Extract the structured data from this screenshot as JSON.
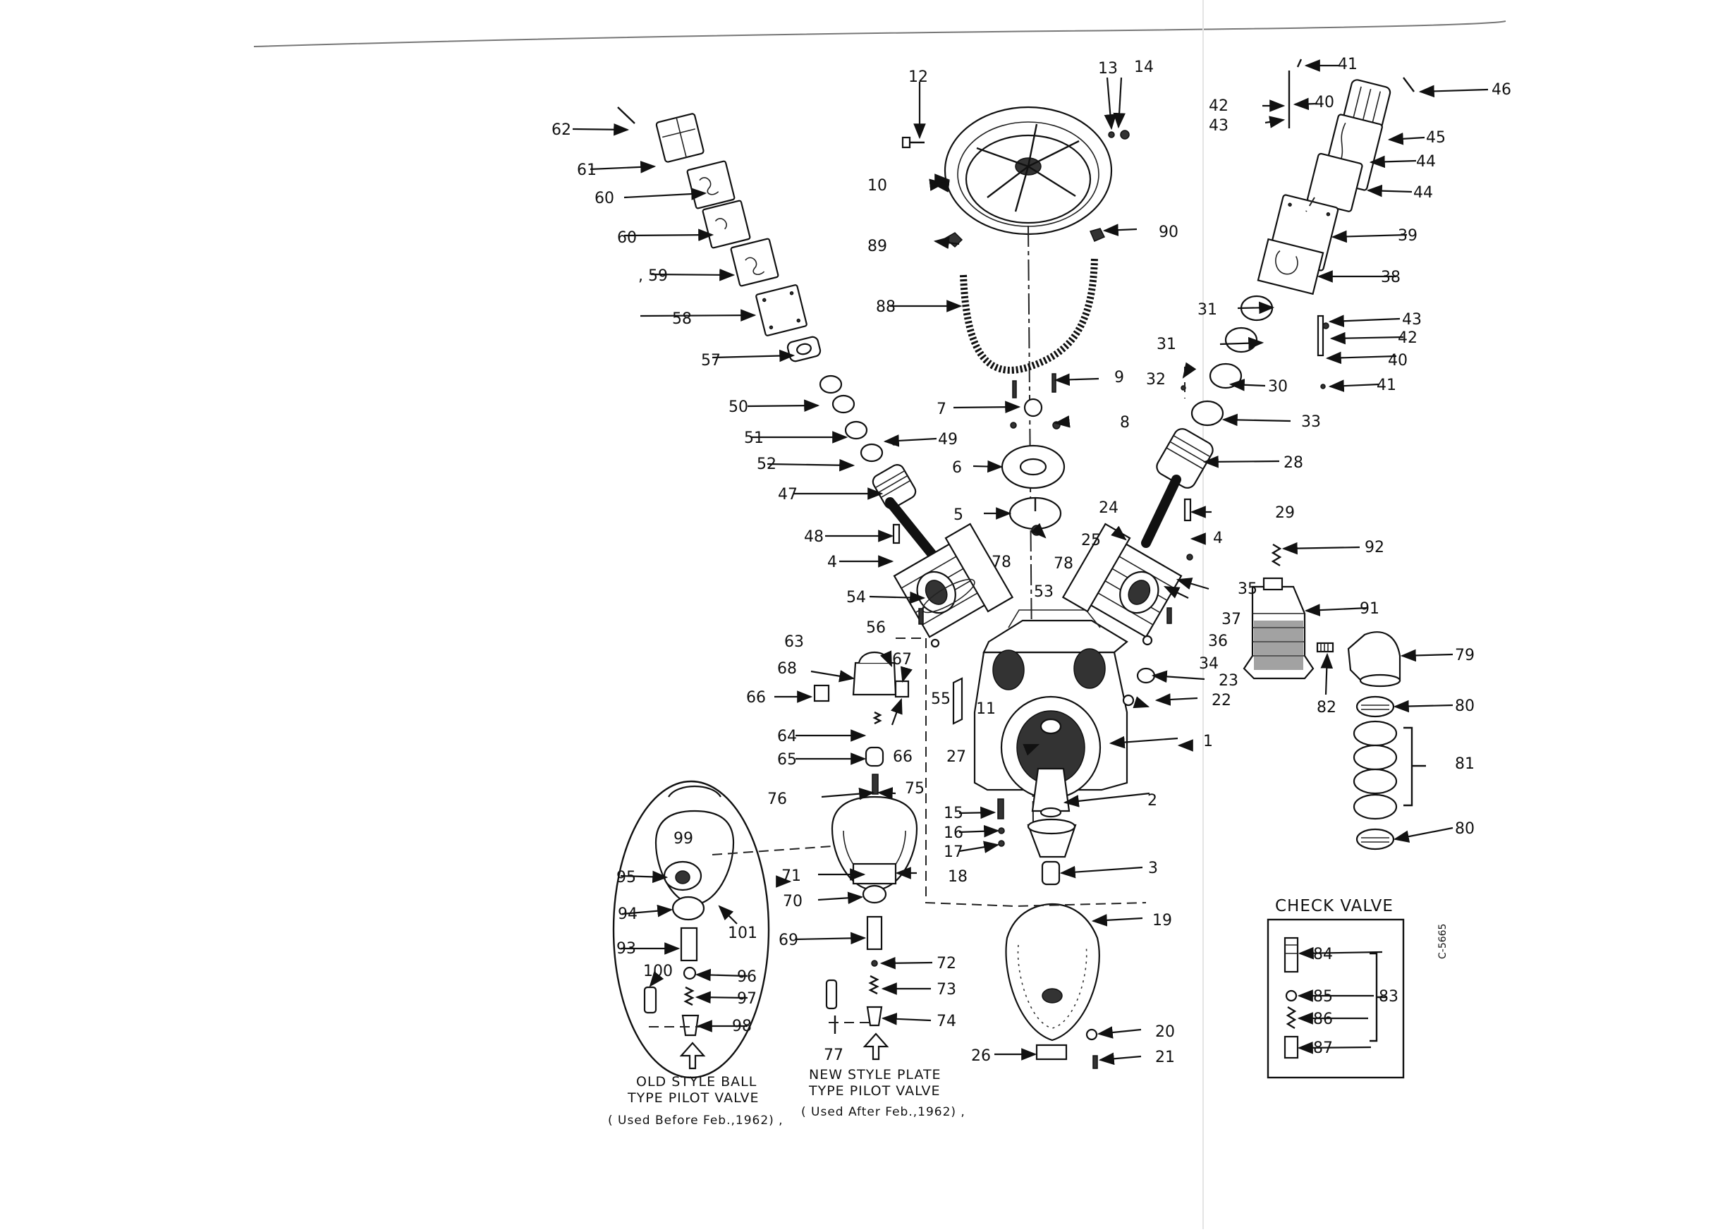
{
  "labels": [
    {
      "id": "c1",
      "text": "1"
    },
    {
      "id": "c2",
      "text": "2"
    },
    {
      "id": "c3",
      "text": "3"
    },
    {
      "id": "c4a",
      "text": "4"
    },
    {
      "id": "c4b",
      "text": "4"
    },
    {
      "id": "c5",
      "text": "5"
    },
    {
      "id": "c6",
      "text": "6"
    },
    {
      "id": "c7",
      "text": "7"
    },
    {
      "id": "c8",
      "text": "8"
    },
    {
      "id": "c9",
      "text": "9"
    },
    {
      "id": "c10",
      "text": "10"
    },
    {
      "id": "c11",
      "text": "11"
    },
    {
      "id": "c12",
      "text": "12"
    },
    {
      "id": "c13",
      "text": "13"
    },
    {
      "id": "c14",
      "text": "14"
    },
    {
      "id": "c15",
      "text": "15"
    },
    {
      "id": "c16",
      "text": "16"
    },
    {
      "id": "c17",
      "text": "17"
    },
    {
      "id": "c18",
      "text": "18"
    },
    {
      "id": "c19",
      "text": "19"
    },
    {
      "id": "c20",
      "text": "20"
    },
    {
      "id": "c21",
      "text": "21"
    },
    {
      "id": "c22",
      "text": "22"
    },
    {
      "id": "c23",
      "text": "23"
    },
    {
      "id": "c24",
      "text": "24"
    },
    {
      "id": "c25",
      "text": "25"
    },
    {
      "id": "c26",
      "text": "26"
    },
    {
      "id": "c27",
      "text": "27"
    },
    {
      "id": "c28",
      "text": "28"
    },
    {
      "id": "c29",
      "text": "29"
    },
    {
      "id": "c30",
      "text": "30"
    },
    {
      "id": "c31a",
      "text": "31"
    },
    {
      "id": "c31b",
      "text": "31"
    },
    {
      "id": "c32",
      "text": "32"
    },
    {
      "id": "c33",
      "text": "33"
    },
    {
      "id": "c34",
      "text": "34"
    },
    {
      "id": "c35",
      "text": "35"
    },
    {
      "id": "c36",
      "text": "36"
    },
    {
      "id": "c37",
      "text": "37"
    },
    {
      "id": "c38",
      "text": "38"
    },
    {
      "id": "c39",
      "text": "39"
    },
    {
      "id": "c40a",
      "text": "40"
    },
    {
      "id": "c40b",
      "text": "40"
    },
    {
      "id": "c41a",
      "text": "41"
    },
    {
      "id": "c41b",
      "text": "41"
    },
    {
      "id": "c42a",
      "text": "42"
    },
    {
      "id": "c42b",
      "text": "42"
    },
    {
      "id": "c43a",
      "text": "43"
    },
    {
      "id": "c43b",
      "text": "43"
    },
    {
      "id": "c44a",
      "text": "44"
    },
    {
      "id": "c44b",
      "text": "44"
    },
    {
      "id": "c45",
      "text": "45"
    },
    {
      "id": "c46",
      "text": "46"
    },
    {
      "id": "c47",
      "text": "47"
    },
    {
      "id": "c48",
      "text": "48"
    },
    {
      "id": "c49",
      "text": "49"
    },
    {
      "id": "c50",
      "text": "50"
    },
    {
      "id": "c51",
      "text": "51"
    },
    {
      "id": "c52",
      "text": "52"
    },
    {
      "id": "c53",
      "text": "53"
    },
    {
      "id": "c54",
      "text": "54"
    },
    {
      "id": "c55",
      "text": "55"
    },
    {
      "id": "c56",
      "text": "56"
    },
    {
      "id": "c57",
      "text": "57"
    },
    {
      "id": "c58",
      "text": "58"
    },
    {
      "id": "c59",
      "text": ", 59"
    },
    {
      "id": "c60a",
      "text": "60"
    },
    {
      "id": "c60b",
      "text": "60"
    },
    {
      "id": "c61",
      "text": "61"
    },
    {
      "id": "c62",
      "text": "62"
    },
    {
      "id": "c63",
      "text": "63"
    },
    {
      "id": "c64",
      "text": "64"
    },
    {
      "id": "c65",
      "text": "65"
    },
    {
      "id": "c66a",
      "text": "66"
    },
    {
      "id": "c66b",
      "text": "66"
    },
    {
      "id": "c67",
      "text": "67"
    },
    {
      "id": "c68",
      "text": "68"
    },
    {
      "id": "c69",
      "text": "69"
    },
    {
      "id": "c70",
      "text": "70"
    },
    {
      "id": "c71",
      "text": "71"
    },
    {
      "id": "c72",
      "text": "72"
    },
    {
      "id": "c73",
      "text": "73"
    },
    {
      "id": "c74",
      "text": "74"
    },
    {
      "id": "c75",
      "text": "75"
    },
    {
      "id": "c76",
      "text": "76"
    },
    {
      "id": "c77",
      "text": "77"
    },
    {
      "id": "c78a",
      "text": "78"
    },
    {
      "id": "c78b",
      "text": "78"
    },
    {
      "id": "c79",
      "text": "79"
    },
    {
      "id": "c80a",
      "text": "80"
    },
    {
      "id": "c80b",
      "text": "80"
    },
    {
      "id": "c81",
      "text": "81"
    },
    {
      "id": "c82",
      "text": "82"
    },
    {
      "id": "c83",
      "text": "83"
    },
    {
      "id": "c84",
      "text": "84"
    },
    {
      "id": "c85",
      "text": "85"
    },
    {
      "id": "c86",
      "text": "86"
    },
    {
      "id": "c87",
      "text": "87"
    },
    {
      "id": "c88",
      "text": "88"
    },
    {
      "id": "c89",
      "text": "89"
    },
    {
      "id": "c90",
      "text": "90"
    },
    {
      "id": "c91",
      "text": "91"
    },
    {
      "id": "c92",
      "text": "92"
    },
    {
      "id": "c93",
      "text": "93"
    },
    {
      "id": "c94",
      "text": "94"
    },
    {
      "id": "c95",
      "text": "95"
    },
    {
      "id": "c96",
      "text": "96"
    },
    {
      "id": "c97",
      "text": "97"
    },
    {
      "id": "c98",
      "text": "98"
    },
    {
      "id": "c99",
      "text": "99"
    },
    {
      "id": "c100",
      "text": "100"
    },
    {
      "id": "c101",
      "text": "101"
    }
  ],
  "captions": {
    "old_line1": "OLD STYLE BALL",
    "old_line2": "TYPE PILOT VALVE",
    "old_line3": "( Used Before Feb.,1962) ,",
    "new_line1": "NEW STYLE PLATE",
    "new_line2": "TYPE PILOT VALVE",
    "new_line3": "( Used After Feb.,1962) ,",
    "check_valve": "CHECK VALVE",
    "drawing_number": "C-5665"
  }
}
